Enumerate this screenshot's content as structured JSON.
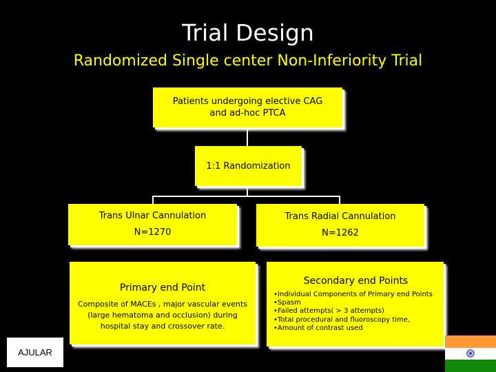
{
  "title": "Trial Design",
  "subtitle": "Randomized Single center Non-Inferiority Trial",
  "boxes": {
    "patients": {
      "line1": "Patients undergoing elective CAG",
      "line2": "and ad-hoc PTCA"
    },
    "randomization": {
      "label": "1:1 Randomization"
    },
    "ulnar": {
      "label": "Trans Ulnar Cannulation",
      "n": "N=1270"
    },
    "radial": {
      "label": "Trans Radial Cannulation",
      "n": "N=1262"
    },
    "primary": {
      "heading": "Primary end Point",
      "description": "Composite of MACEs , major vascular events (large hematoma and occlusion) during hospital stay and crossover rate."
    },
    "secondary": {
      "heading": "Secondary end Points",
      "items": [
        "Individual Components of Primary end Points",
        "Spasm",
        "Failed attempts( > 3 attempts)",
        "Total procedural and fluoroscopy time,",
        "Amount of contrast used"
      ]
    }
  },
  "logo": {
    "text": "AJULAR"
  },
  "flag": {
    "icon": "india-flag-icon",
    "saffron": "#ff9933",
    "white": "#ffffff",
    "green": "#138808",
    "chakra": "#000080"
  },
  "colors": {
    "background": "#000000",
    "box_fill": "#ffff00",
    "title": "#ffffff",
    "subtitle": "#ffff00"
  }
}
